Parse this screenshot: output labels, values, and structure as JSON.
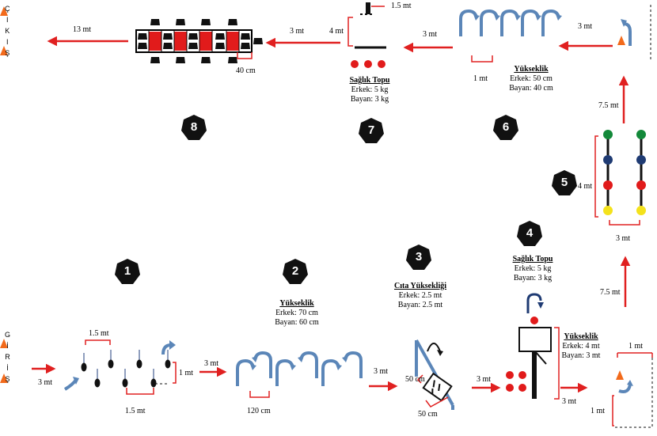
{
  "labels": {
    "exit_letters": [
      "Ç",
      "I",
      "K",
      "I",
      "Ş"
    ],
    "entry_letters": [
      "G",
      "İ",
      "R",
      "İ",
      "Ş"
    ],
    "s8": {
      "dist_13": "13 mt",
      "dist_40cm": "40 cm",
      "dist_3": "3 mt"
    },
    "s7": {
      "title": "Sağlık Topu",
      "male": "Erkek: 5 kg",
      "female": "Bayan: 3 kg",
      "dist_15": "1.5 mt",
      "dist_4": "4 mt",
      "dist_3": "3 mt"
    },
    "s6": {
      "title": "Yükseklik",
      "male": "Erkek: 50 cm",
      "female": "Bayan: 40 cm",
      "dist_1": "1 mt",
      "dist_3": "3 mt"
    },
    "s5": {
      "dist_4": "4 mt",
      "dist_3": "3 mt",
      "dist_75_top": "7.5 mt",
      "dist_75_bottom": "7.5 mt"
    },
    "s4": {
      "title": "Sağlık Topu",
      "male": "Erkek: 5 kg",
      "female": "Bayan: 3 kg",
      "height_title": "Yükseklik",
      "height_male": "Erkek: 4 mt",
      "height_female": "Bayan: 3 mt",
      "dist_3a": "3 mt",
      "dist_3b": "3 mt",
      "dist_1a": "1 mt",
      "dist_1b": "1 mt"
    },
    "s3": {
      "title": "Cıta Yüksekliği",
      "male": "Erkek: 2.5 mt",
      "female": "Bayan: 2.5 mt",
      "dist_50a": "50 cm",
      "dist_50b": "50 cm",
      "dist_3": "3 mt"
    },
    "s2": {
      "title": "Yükseklik",
      "male": "Erkek: 70 cm",
      "female": "Bayan: 60 cm",
      "dist_120": "120 cm",
      "dist_3": "3 mt"
    },
    "s1": {
      "dist_15_top": "1.5 mt",
      "dist_15_bottom": "1.5 mt",
      "dist_1": "1 mt",
      "dist_3": "3 mt"
    }
  },
  "stations": [
    "1",
    "2",
    "3",
    "4",
    "5",
    "6",
    "7",
    "8"
  ],
  "colors": {
    "arrow": "#e02020",
    "cone": "#f26a1b",
    "hurdle": "#5b86b8",
    "badge": "#111111",
    "ball_red": "#e11b1b",
    "ball_blue": "#1f3b73",
    "ball_green": "#13893a",
    "ball_yellow": "#f4e21c"
  }
}
